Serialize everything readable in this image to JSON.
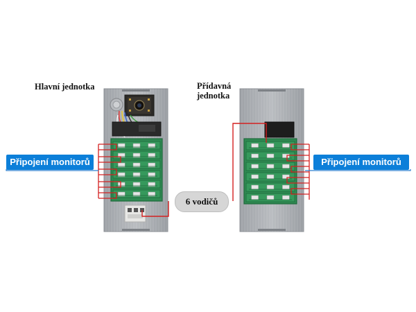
{
  "main_unit": {
    "title": "Hlavní jednotka"
  },
  "extension_unit": {
    "title_line1": "Přídavná",
    "title_line2": "jednotka"
  },
  "left_connection": {
    "label": "Připojení monitorů"
  },
  "right_connection": {
    "label": "Připojení monitorů"
  },
  "cable": {
    "label": "6 vodičů"
  },
  "colors": {
    "panel": "#a9acb1",
    "board": "#2f8a52",
    "board_dark": "#1f6a3c",
    "wire": "#d42020",
    "label_bg": "#0c7fd9",
    "label_line": "#2a7fd0"
  }
}
